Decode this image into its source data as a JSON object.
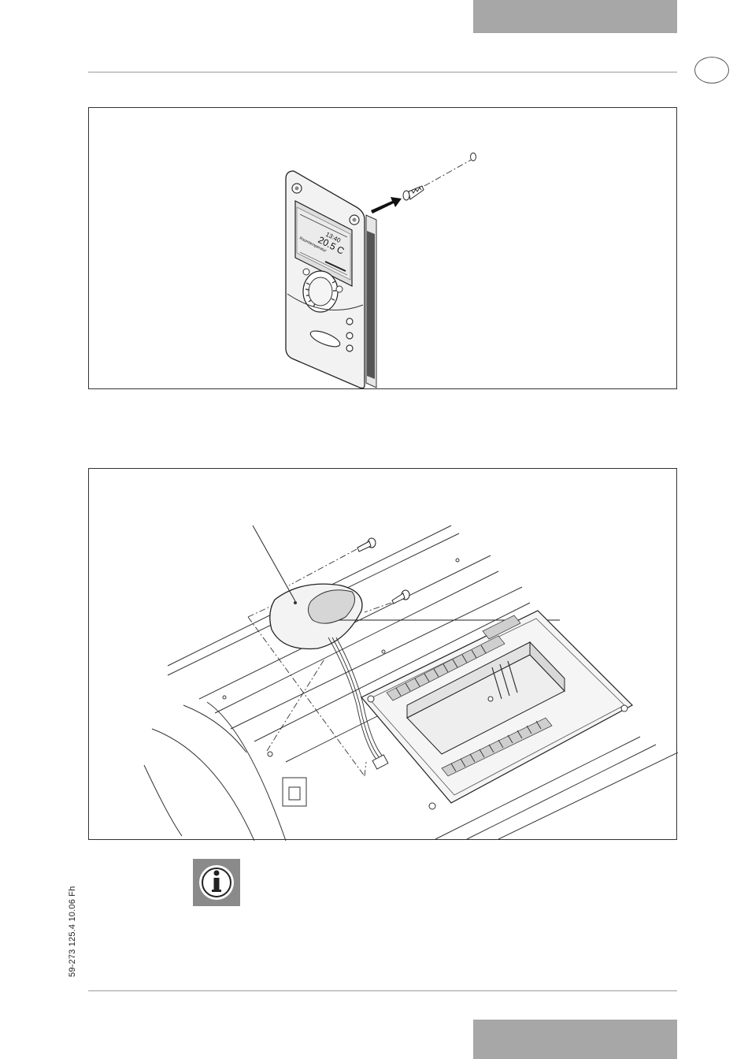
{
  "document_code": "59-273 125.4 10.06 Fh",
  "figure1": {
    "display": {
      "room_temperature_label": "Raumtemperatur",
      "temperature_value": "20.5 C",
      "time_value": "13:40"
    }
  }
}
